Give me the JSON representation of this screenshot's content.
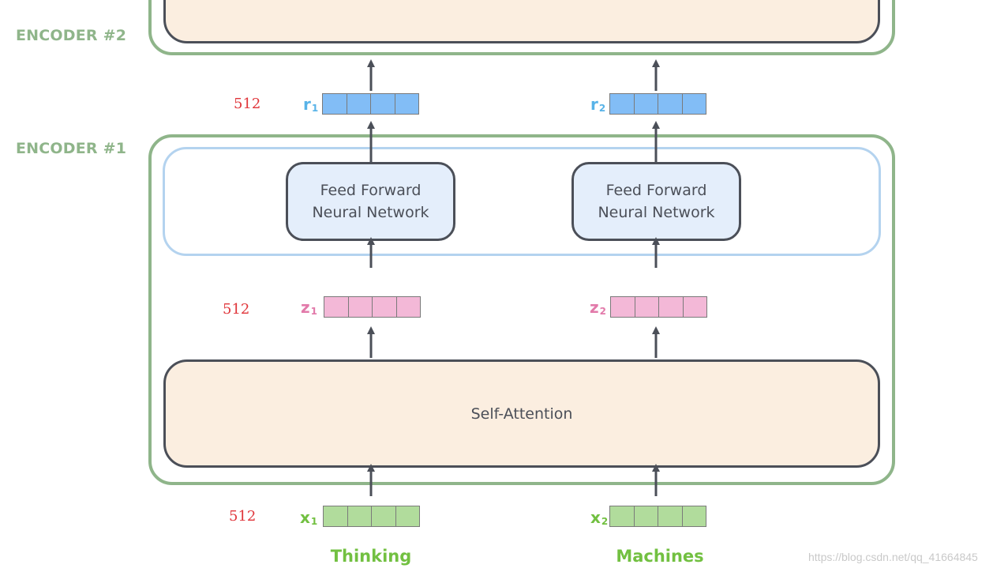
{
  "encoders": {
    "encoder2_label": "ENCODER #2",
    "encoder1_label": "ENCODER #1"
  },
  "ffn": {
    "left_line1": "Feed Forward",
    "left_line2": "Neural Network",
    "right_line1": "Feed Forward",
    "right_line2": "Neural Network"
  },
  "self_attention": {
    "label": "Self-Attention"
  },
  "vectors": {
    "r1": {
      "letter": "r",
      "index": "1",
      "dim": "512"
    },
    "r2": {
      "letter": "r",
      "index": "2"
    },
    "z1": {
      "letter": "z",
      "index": "1",
      "dim": "512"
    },
    "z2": {
      "letter": "z",
      "index": "2"
    },
    "x1": {
      "letter": "x",
      "index": "1",
      "dim": "512"
    },
    "x2": {
      "letter": "x",
      "index": "2"
    }
  },
  "words": {
    "word1": "Thinking",
    "word2": "Machines"
  },
  "watermark": "https://blog.csdn.net/qq_41664845",
  "colors": {
    "encoder_border": "#8fb58a",
    "ffn_container_border": "#b4d3ef",
    "ffn_fill": "#e4eefb",
    "self_attention_fill": "#fbeee0",
    "r_vector": "#82bdf6",
    "z_vector": "#f3b8d7",
    "x_vector": "#b1dc9c",
    "dimension_text": "#e0353a",
    "arrow": "#4b4f58"
  }
}
